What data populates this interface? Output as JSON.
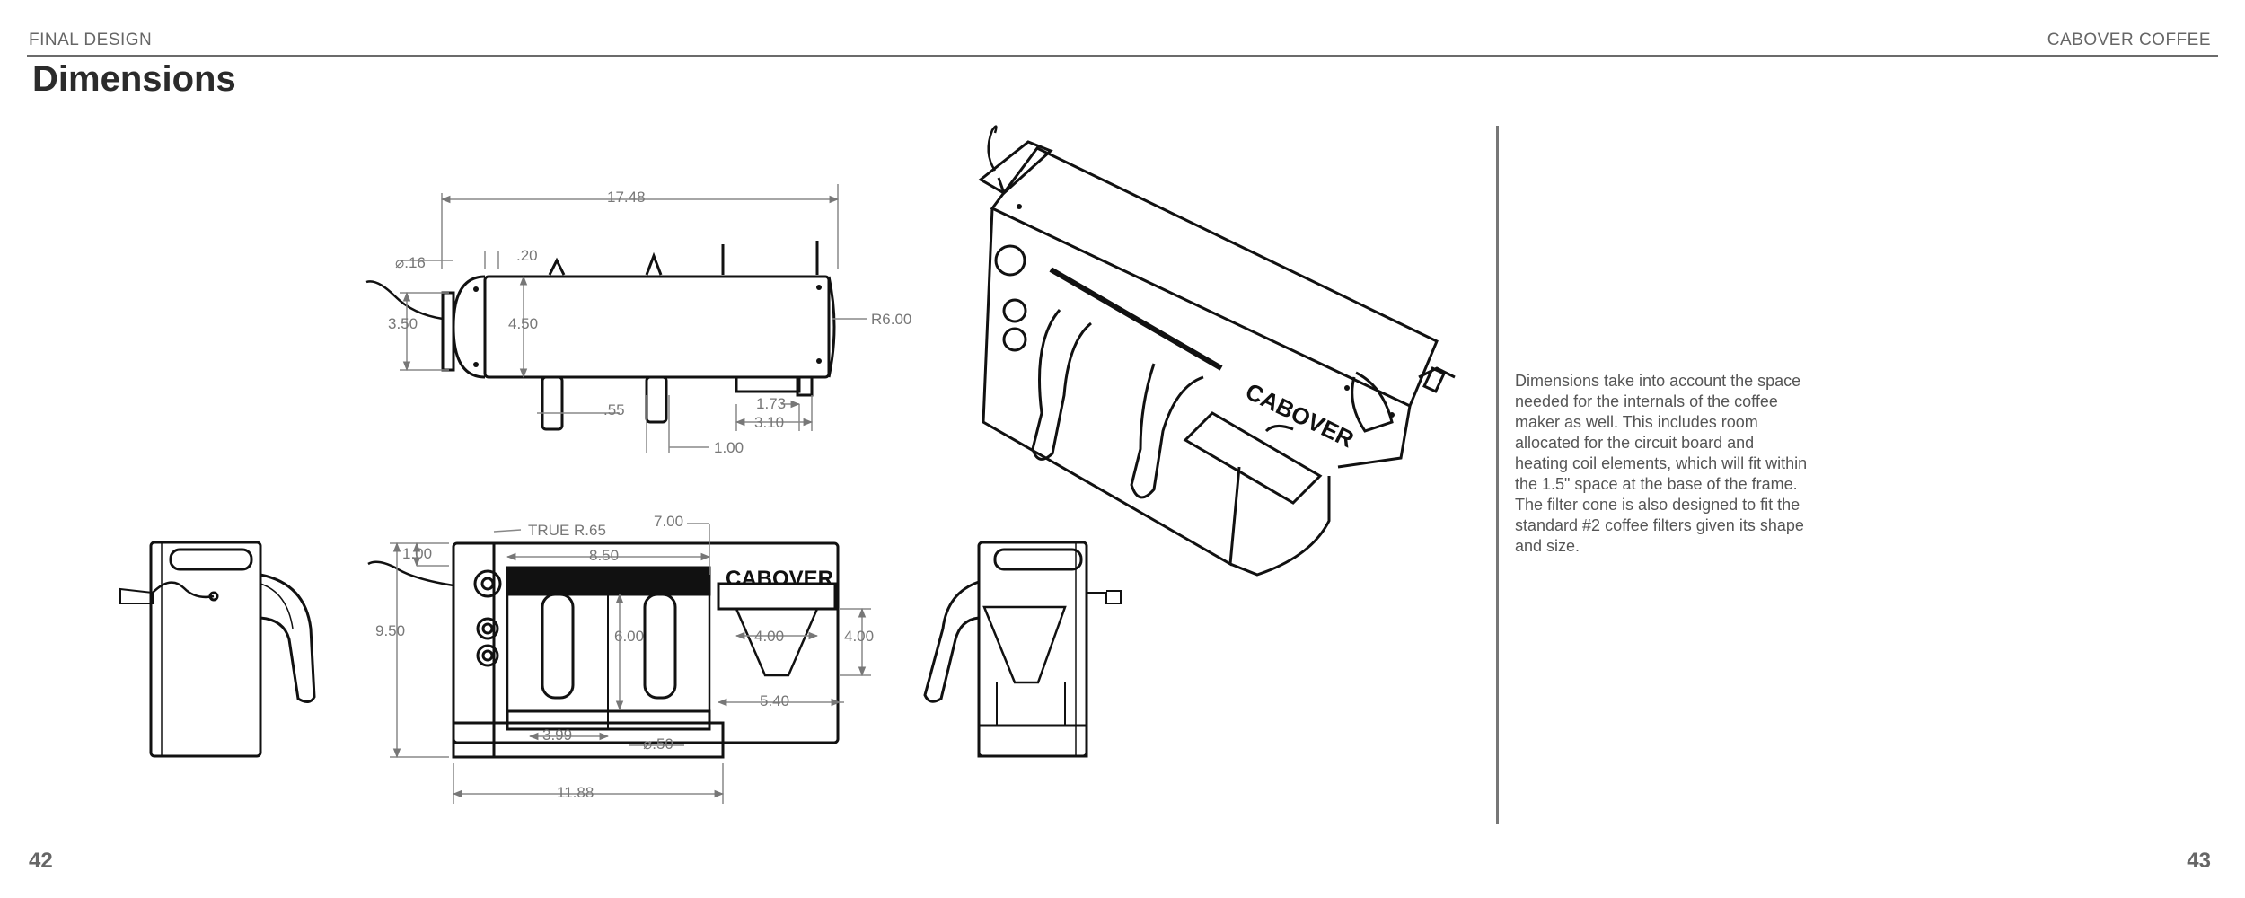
{
  "header": {
    "section": "FINAL DESIGN",
    "project": "CABOVER COFFEE"
  },
  "title": "Dimensions",
  "drawing": {
    "top_view": {
      "overall_length": "17.48",
      "cord_diameter": "⌀.16",
      "offset": ".20",
      "cord_height": "3.50",
      "body_height": "4.50",
      "end_radius": "R6.00",
      "handle_width": ".55",
      "tray_offset": "1.73",
      "tray_width": "3.10",
      "spacing": "1.00"
    },
    "front_view": {
      "corner_radius": "TRUE R.65",
      "top_offset": "7.00",
      "top_height": "1.00",
      "pot_span": "8.50",
      "overall_height": "9.50",
      "pot_height": "6.00",
      "cone_width": "4.00",
      "cone_height": "4.00",
      "cone_depth": "5.40",
      "pot_width": "3.99",
      "drain_diameter": "⌀.50",
      "overall_width": "11.88"
    },
    "logo_text": "CABOVER"
  },
  "description": "Dimensions take into account the space needed for the internals of the coffee maker as well. This includes room allocated for the circuit board and heating coil elements, which will fit within the 1.5\" space at the base of the frame. The filter cone is also designed to fit the standard #2 coffee filters given its shape and size.",
  "pages": {
    "left": "42",
    "right": "43"
  }
}
